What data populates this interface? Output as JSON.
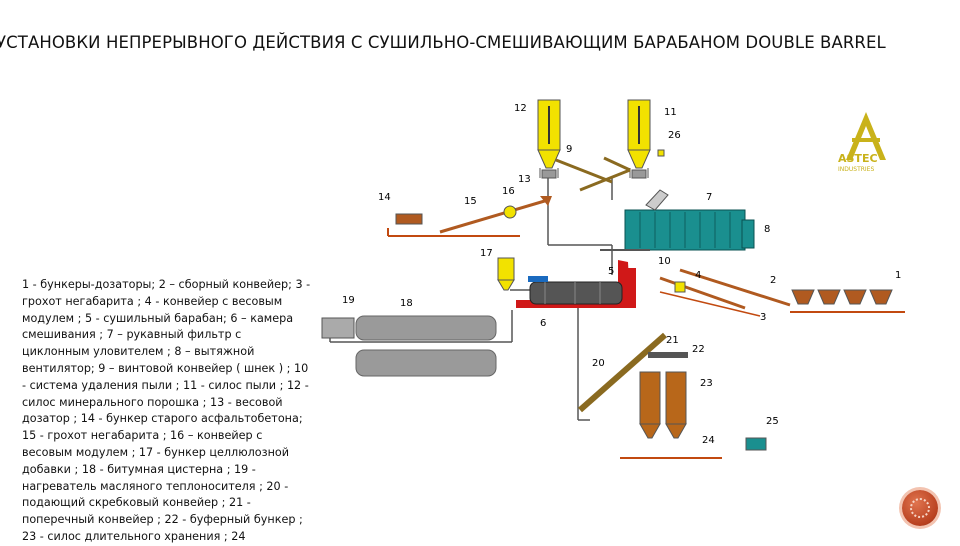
{
  "title": "УСТАНОВКИ НЕПРЕРЫВНОГО ДЕЙСТВИЯ С СУШИЛЬНО-СМЕШИВАЮЩИМ БАРАБАНОМ DOUBLE BARREL",
  "legend": "1 - бункеры-дозаторы; 2 – сборный конвейер; 3 - грохот негабарита ; 4 - конвейер с весовым модулем ; 5 - сушильный барабан; 6 – камера смешивания ; 7 – рукавный фильтр с циклонным уловителем ; 8 – вытяжной вентилятор; 9 – винтовой конвейер ( шнек ) ; 10 - система удаления пыли ; 11 - силос пыли ; 12 - силос минерального порошка ; 13 - весовой дозатор ; 14 - бункер старого асфальтобетона; 15 - грохот негабарита ; 16 – конвейер с весовым модулем ; 17 - бункер целлюлозной добавки ; 18 - битумная цистерна ; 19 - нагреватель масляного теплоносителя ; 20 - подающий скребковый конвейер ; 21 - поперечный конвейер ; 22 - буферный бункер ; 23 - силос длительного хранения ; 24",
  "logo": {
    "text_main": "ASTEC",
    "text_sub": "INDUSTRIES",
    "color": "#c9b21a"
  },
  "callouts": [
    "1",
    "2",
    "3",
    "4",
    "5",
    "6",
    "7",
    "8",
    "9",
    "10",
    "11",
    "12",
    "13",
    "14",
    "15",
    "16",
    "17",
    "18",
    "19",
    "20",
    "21",
    "22",
    "23",
    "24",
    "25",
    "26"
  ],
  "colors": {
    "silo": "#f2e200",
    "drum": "#555555",
    "baghouse": "#1a8f8f",
    "tank": "#9a9a9a",
    "storage": "#b8671a",
    "conveyor": "#b05a20",
    "red": "#d01818",
    "ground": "#c24a10",
    "pipe": "#555555"
  },
  "nav_icon": "next-slide-icon"
}
